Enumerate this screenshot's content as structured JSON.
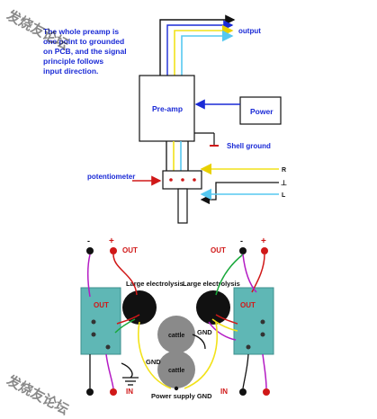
{
  "top_diagram": {
    "note_lines": [
      "The whole preamp is",
      "one point to grounded",
      "on PCB, and the signal",
      "principle follows",
      "input direction."
    ],
    "output_label": "output",
    "preamp_label": "Pre-amp",
    "power_label": "Power",
    "shell_ground_label": "Shell ground",
    "potentiometer_label": "potentiometer",
    "input_labels": [
      "R",
      "⊥",
      "L"
    ]
  },
  "bottom_diagram": {
    "minus_symbol": "-",
    "plus_symbol": "+",
    "out_label": "OUT",
    "board_out_label": "OUT",
    "large_electrolysis_label": "Large electrolysis",
    "cattle_label": "cattle",
    "gnd_label": "GND",
    "in_label": "IN",
    "power_supply_gnd_label": "Power supply GND"
  },
  "watermark": {
    "text_top": "发烧友论坛",
    "text_bottom": "发烧友论坛"
  },
  "colors": {
    "wire_black": "#111111",
    "wire_blue": "#1a2ad6",
    "wire_red": "#d01818",
    "wire_yellow": "#f2e21a",
    "wire_cyan": "#56c8f0",
    "wire_green": "#18a83a",
    "wire_magenta": "#b41cc4",
    "board_teal": "#5fb7b5",
    "cap_black": "#111111",
    "cap_gray": "#8a8a8a"
  }
}
